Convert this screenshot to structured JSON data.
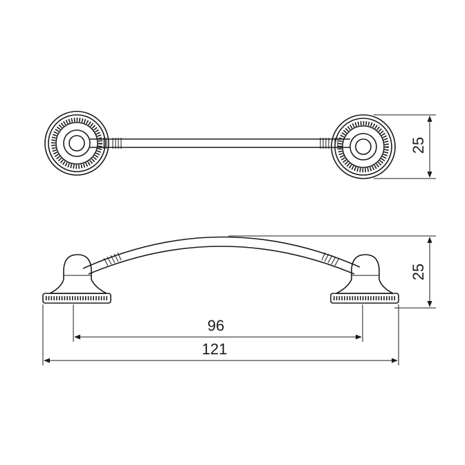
{
  "drawing": {
    "top_view": {
      "height_label": "25"
    },
    "side_view": {
      "height_label": "25",
      "center_distance_label": "96",
      "overall_length_label": "121"
    }
  }
}
